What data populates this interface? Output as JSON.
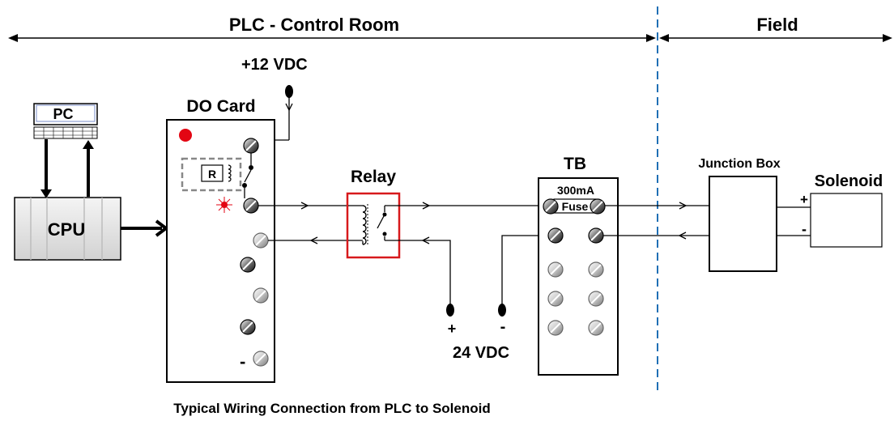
{
  "zones": {
    "control_room": "PLC - Control Room",
    "field": "Field"
  },
  "supply_12v": "+12 VDC",
  "pc": {
    "label": "PC"
  },
  "cpu": {
    "label": "CPU"
  },
  "do_card": {
    "title": "DO Card",
    "relay_label": "R",
    "minus": "-"
  },
  "relay": {
    "label": "Relay"
  },
  "supply_24v": {
    "label": "24 VDC",
    "plus": "+",
    "minus": "-"
  },
  "tb": {
    "title": "TB",
    "fuse_rating": "300mA",
    "fuse_label": "Fuse"
  },
  "junction_box": {
    "label": "Junction Box"
  },
  "solenoid": {
    "label": "Solenoid",
    "plus": "+",
    "minus": "-"
  },
  "caption": "Typical Wiring Connection from PLC to Solenoid",
  "colors": {
    "led": "#e30613",
    "relay_highlight": "#d7191c",
    "zone_divider": "#1f6fb5",
    "dashed_box": "#888888"
  }
}
